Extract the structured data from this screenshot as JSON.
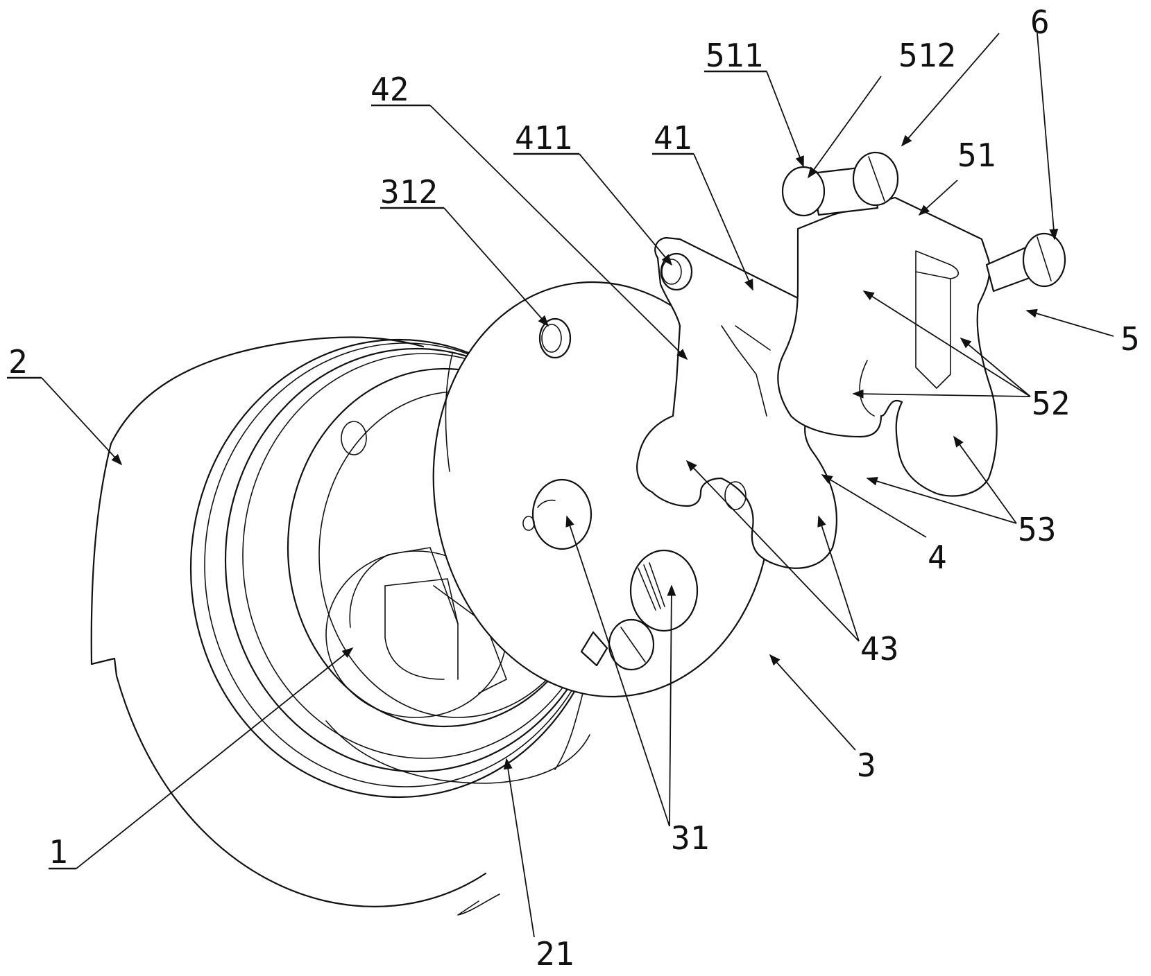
{
  "labels": [
    {
      "id": "l-2",
      "text": "2"
    },
    {
      "id": "l-42",
      "text": "42"
    },
    {
      "id": "l-312",
      "text": "312"
    },
    {
      "id": "l-411",
      "text": "411"
    },
    {
      "id": "l-41",
      "text": "41"
    },
    {
      "id": "l-511",
      "text": "511"
    },
    {
      "id": "l-512",
      "text": "512"
    },
    {
      "id": "l-6",
      "text": "6"
    },
    {
      "id": "l-51",
      "text": "51"
    },
    {
      "id": "l-5",
      "text": "5"
    },
    {
      "id": "l-52",
      "text": "52"
    },
    {
      "id": "l-53",
      "text": "53"
    },
    {
      "id": "l-4",
      "text": "4"
    },
    {
      "id": "l-43",
      "text": "43"
    },
    {
      "id": "l-3",
      "text": "3"
    },
    {
      "id": "l-31",
      "text": "31"
    },
    {
      "id": "l-1",
      "text": "1"
    },
    {
      "id": "l-21",
      "text": "21"
    }
  ]
}
